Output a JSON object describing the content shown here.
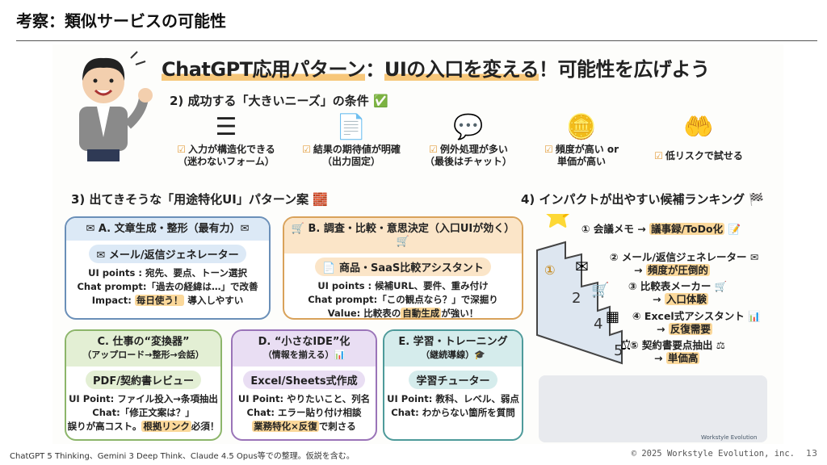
{
  "slide": {
    "title": "考察：類似サービスの可能性",
    "page_number": "13"
  },
  "headline": {
    "part1": "ChatGPT応用パターン",
    "sep": "：",
    "part2": "UIの入口を変える",
    "part3": "！可能性を広げよう"
  },
  "conditions": {
    "heading": "2) 成功する「大きいニーズ」の条件 ✅",
    "items": [
      {
        "icon": "form-icon",
        "glyph": "☰",
        "line1": "入力が構造化できる",
        "line2": "（迷わないフォーム）"
      },
      {
        "icon": "document-stamp-icon",
        "glyph": "📄",
        "line1": "結果の期待値が明確",
        "line2": "（出力固定）"
      },
      {
        "icon": "chat-bubbles-icon",
        "glyph": "💬",
        "line1": "例外処理が多い",
        "line2": "（最後はチャット）"
      },
      {
        "icon": "coins-clock-icon",
        "glyph": "🪙",
        "line1": "頻度が高い or",
        "line2": "単価が高い"
      },
      {
        "icon": "hand-check-icon",
        "glyph": "🤲",
        "line1": "低リスクで試せる",
        "line2": ""
      }
    ]
  },
  "patterns": {
    "heading": "3) 出てきそうな「用途特化UI」パターン案 🧱",
    "cards": [
      {
        "header": "✉ A. 文章生成・整形（最有力）✉",
        "pill": "✉ メール/返信ジェネレーター",
        "l1": "UI points : 宛先、要点、トーン選択",
        "l2": "Chat prompt:「過去の経緯は…」で改善",
        "l3a": "Impact: ",
        "l3b": "毎日使う！",
        "l3c": " 導入しやすい",
        "color": "#6a8fb8",
        "bg": "#dce9f6"
      },
      {
        "header": "🛒 B. 調査・比較・意思決定（入口UIが効く）🛒",
        "pill": "📄 商品・SaaS比較アシスタント",
        "l1": "UI points : 候補URL、要件、重み付け",
        "l2": "Chat prompt:「この観点なら？」で深掘り",
        "l3a": "Value: 比較表の",
        "l3b": "自動生成",
        "l3c": "が強い！",
        "color": "#d9a25a",
        "bg": "#fbe5c8"
      },
      {
        "header": "C. 仕事の“変換器”",
        "header2": "（アップロード→整形→会話）",
        "pill": "PDF/契約書レビュー",
        "l1": "UI Point: ファイル投入→条項抽出",
        "l2": "Chat:「修正文案は？」",
        "l3a": "誤りが高コスト。",
        "l3b": "根拠リンク",
        "l3c": "必須！",
        "color": "#8cb56a",
        "bg": "#e3efd4"
      },
      {
        "header": "D. “小さなIDE”化",
        "header2": "（情報を揃える）📊",
        "pill": "Excel/Sheets式作成",
        "l1": "UI Point: やりたいこと、列名",
        "l2": "Chat: エラー貼り付け相談",
        "l3a": "",
        "l3b": "業務特化×反復",
        "l3c": "で刺さる",
        "color": "#9a74b8",
        "bg": "#e9def3"
      },
      {
        "header": "E. 学習・トレーニング",
        "header2": "（継続導線）🎓",
        "pill": "学習チューター",
        "l1": "UI Point: 教科、レベル、弱点",
        "l2": "Chat: わからない箇所を質問",
        "color": "#4e9a9a",
        "bg": "#d5ecec"
      }
    ]
  },
  "ranking": {
    "heading": "4) インパクトが出やすい候補ランキング 🏁",
    "items": [
      {
        "label": "① 会議メモ → ",
        "highlight": "議事録/ToDo化",
        "emoji": " 📝"
      },
      {
        "label": "② メール/返信ジェネレーター ✉",
        "sub": "→ ",
        "highlight": "頻度が圧倒的"
      },
      {
        "label": "③ 比較表メーカー 🛒",
        "sub": "→ ",
        "highlight": "入口体験"
      },
      {
        "label": "④ Excel式アシスタント 📊",
        "sub": "→ ",
        "highlight": "反復需要"
      },
      {
        "label": "⑤ 契約書要点抽出 ⚖",
        "sub": "→ ",
        "highlight": "単価高"
      }
    ],
    "steps": [
      "①",
      "2",
      "4",
      "5"
    ]
  },
  "watermark": "Workstyle Evolution",
  "footer": {
    "note": "ChatGPT 5 Thinking、Gemini 3 Deep Think、Claude 4.5 Opus等での整理。仮説を含む。",
    "copyright": "© 2025 Workstyle Evolution, inc."
  }
}
